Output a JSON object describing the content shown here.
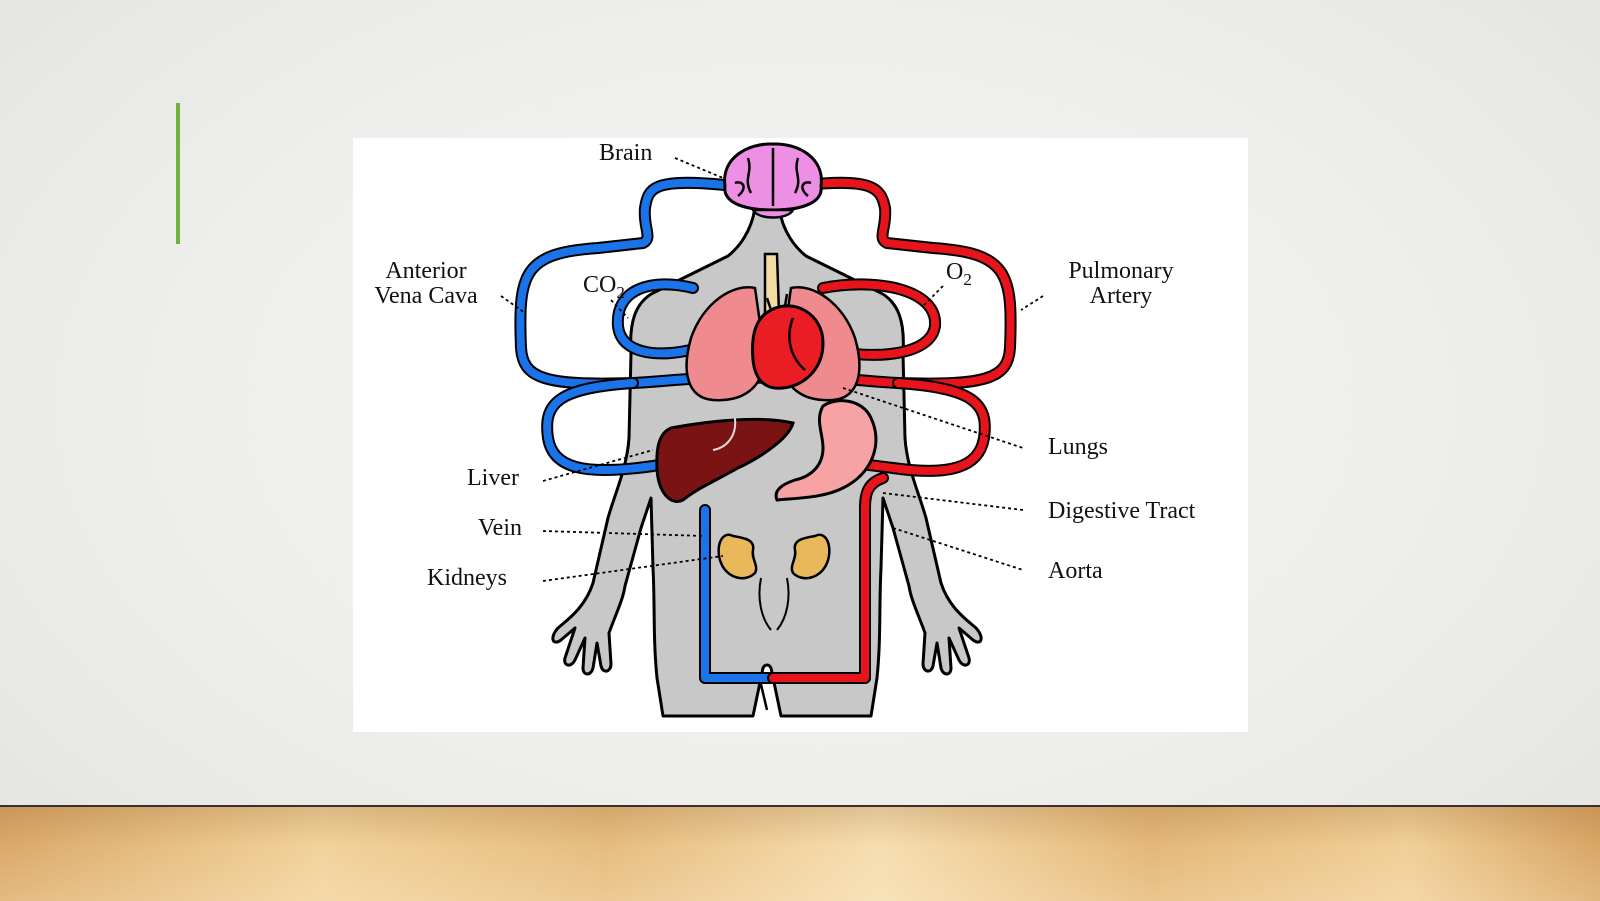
{
  "slide": {
    "accent_color": "#6fb33c"
  },
  "diagram": {
    "labels": {
      "brain": "Brain",
      "anterior_vena_cava_line1": "Anterior",
      "anterior_vena_cava_line2": "Vena Cava",
      "co2_main": "CO",
      "co2_sub": "2",
      "o2_main": "O",
      "o2_sub": "2",
      "pulmonary_artery_line1": "Pulmonary",
      "pulmonary_artery_line2": "Artery",
      "lungs": "Lungs",
      "liver": "Liver",
      "digestive_tract": "Digestive Tract",
      "vein": "Vein",
      "aorta": "Aorta",
      "kidneys": "Kidneys"
    },
    "colors": {
      "vein_blue": "#1a73e8",
      "artery_red": "#e8141c",
      "body_gray": "#c8c8c8",
      "brain_pink": "#ee8fe6",
      "lung_pink": "#ef8a8e",
      "heart_red": "#ea1c24",
      "liver_brown": "#7a1414",
      "stomach_pink": "#f7a3a5",
      "kidney_yellow": "#e8b85a",
      "trachea_yellow": "#f3dca0"
    }
  }
}
